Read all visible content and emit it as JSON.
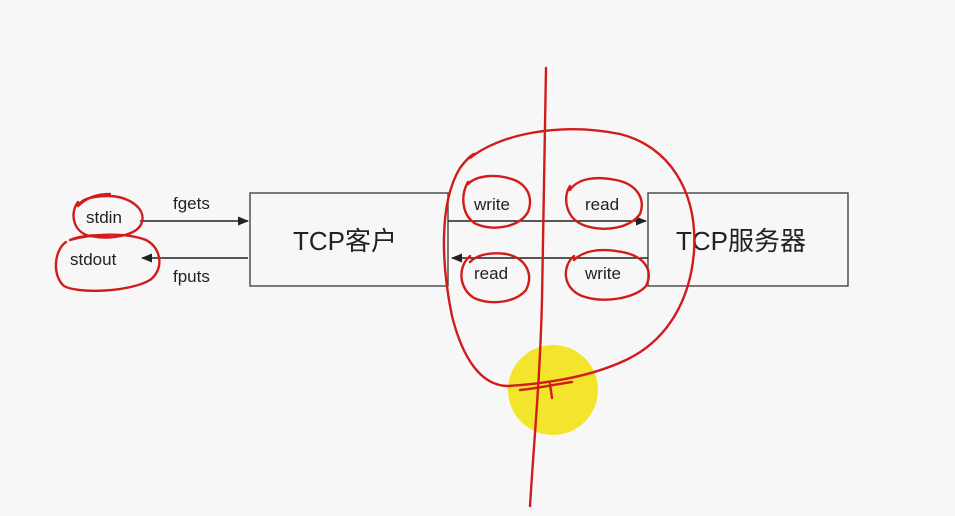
{
  "diagram": {
    "client_box_label": "TCP客户",
    "server_box_label": "TCP服务器",
    "stdin_label": "stdin",
    "stdout_label": "stdout",
    "fgets_label": "fgets",
    "fputs_label": "fputs",
    "client_write_label": "write",
    "client_read_label": "read",
    "server_read_label": "read",
    "server_write_label": "write"
  },
  "colors": {
    "annotation_red": "#d11c1c",
    "cursor_highlight": "#f2e21a",
    "box_stroke": "#444444",
    "background": "#f7f7f7"
  }
}
